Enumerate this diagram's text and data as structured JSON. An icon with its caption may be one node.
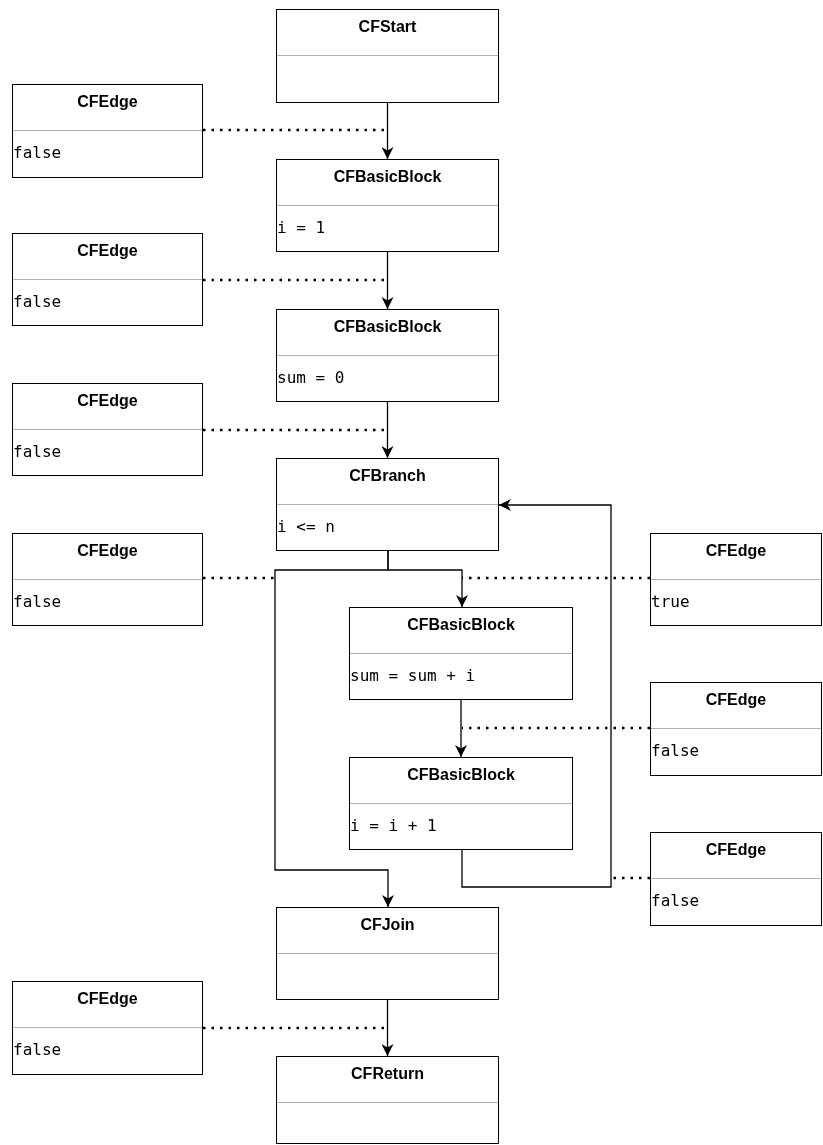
{
  "diagram": {
    "nodes": [
      {
        "text": [
          "CFStart"
        ]
      },
      {
        "text": [
          "CFEdge",
          "false"
        ]
      },
      {
        "text": [
          "CFBasicBlock",
          "i = 1"
        ]
      },
      {
        "text": [
          "CFEdge",
          "false"
        ]
      },
      {
        "text": [
          "CFBasicBlock",
          "sum = 0"
        ]
      },
      {
        "text": [
          "CFEdge",
          "false"
        ]
      },
      {
        "text": [
          "CFBranch",
          "i <= n"
        ]
      },
      {
        "text": [
          "CFEdge",
          "false"
        ]
      },
      {
        "text": [
          "CFEdge",
          "true"
        ]
      },
      {
        "text": [
          "CFBasicBlock",
          "sum = sum + i"
        ]
      },
      {
        "text": [
          "CFEdge",
          "false"
        ]
      },
      {
        "text": [
          "CFBasicBlock",
          "i = i + 1"
        ]
      },
      {
        "text": [
          "CFEdge",
          "false"
        ]
      },
      {
        "text": [
          "CFJoin"
        ]
      },
      {
        "text": [
          "CFEdge",
          "false"
        ]
      },
      {
        "text": [
          "CFReturn"
        ]
      }
    ],
    "edges": [
      {
        "from": 0,
        "to": 2,
        "arrow": "to"
      },
      {
        "from": 2,
        "to": 4,
        "arrow": "to"
      },
      {
        "from": 4,
        "to": 6,
        "arrow": "to"
      },
      {
        "from": 6,
        "to": 9,
        "arrow": "to"
      },
      {
        "from": 9,
        "to": 11,
        "arrow": "to"
      },
      {
        "from": 11,
        "to": 6,
        "arrow": "to"
      },
      {
        "from": 6,
        "to": 13,
        "arrow": "to"
      },
      {
        "from": 13,
        "to": 15,
        "arrow": "to"
      },
      {
        "from": 1,
        "to": null,
        "arrow": "none",
        "style": "dashed"
      },
      {
        "from": 3,
        "to": null,
        "arrow": "none",
        "style": "dashed"
      },
      {
        "from": 5,
        "to": null,
        "arrow": "none",
        "style": "dashed"
      },
      {
        "from": 7,
        "to": null,
        "arrow": "none",
        "style": "dashed"
      },
      {
        "from": 8,
        "to": null,
        "arrow": "none",
        "style": "dashed"
      },
      {
        "from": 10,
        "to": null,
        "arrow": "none",
        "style": "dashed"
      },
      {
        "from": 12,
        "to": null,
        "arrow": "none",
        "style": "dashed"
      },
      {
        "from": 14,
        "to": null,
        "arrow": "none",
        "style": "dashed"
      }
    ]
  }
}
